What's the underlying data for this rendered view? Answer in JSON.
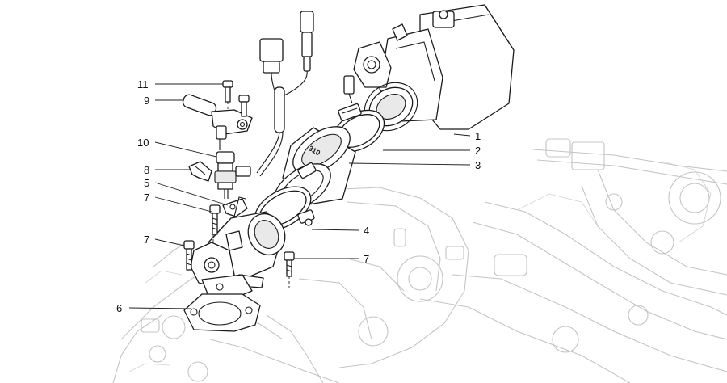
{
  "diagram": {
    "callouts": [
      {
        "id": "c1",
        "label": "1"
      },
      {
        "id": "c2",
        "label": "2"
      },
      {
        "id": "c3",
        "label": "3"
      },
      {
        "id": "c4",
        "label": "4"
      },
      {
        "id": "c5",
        "label": "5"
      },
      {
        "id": "c6",
        "label": "6"
      },
      {
        "id": "c7a",
        "label": "7"
      },
      {
        "id": "c7b",
        "label": "7"
      },
      {
        "id": "c7c",
        "label": "7"
      },
      {
        "id": "c8",
        "label": "8"
      },
      {
        "id": "c9",
        "label": "9"
      },
      {
        "id": "c10",
        "label": "10"
      },
      {
        "id": "c11",
        "label": "11"
      }
    ],
    "manifold_stamp": "310"
  },
  "colors": {
    "line": "#1a1a1a",
    "ghost_engine": "#c4c4c4",
    "background": "#ffffff"
  }
}
